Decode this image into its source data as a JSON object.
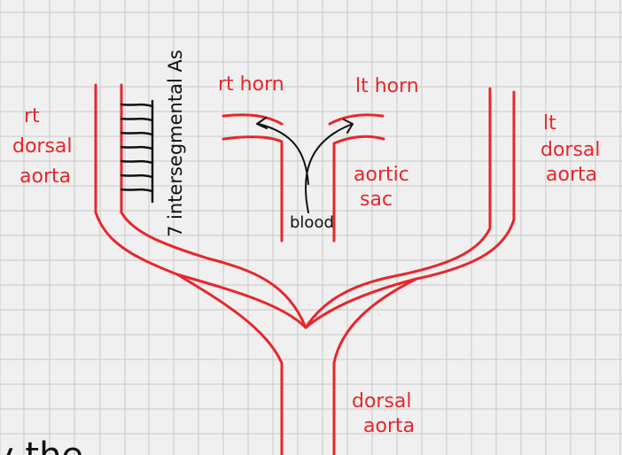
{
  "colors": {
    "background": "#f0f0f0",
    "grid": "#c9c9c9",
    "vessel": "#e8262b",
    "ink": "#111111"
  },
  "labels": {
    "rt_dorsal_aorta": [
      "rt",
      "dorsal",
      "aorta"
    ],
    "lt_dorsal_aorta": [
      "lt",
      "dorsal",
      "aorta"
    ],
    "intersegmental": "7 intersegmental As",
    "rt_horn": "rt horn",
    "lt_horn": "lt horn",
    "aortic_sac": [
      "aortic",
      "sac"
    ],
    "blood": "blood",
    "dorsal_aorta": [
      "dorsal",
      "aorta"
    ],
    "corner_text": "y the"
  }
}
